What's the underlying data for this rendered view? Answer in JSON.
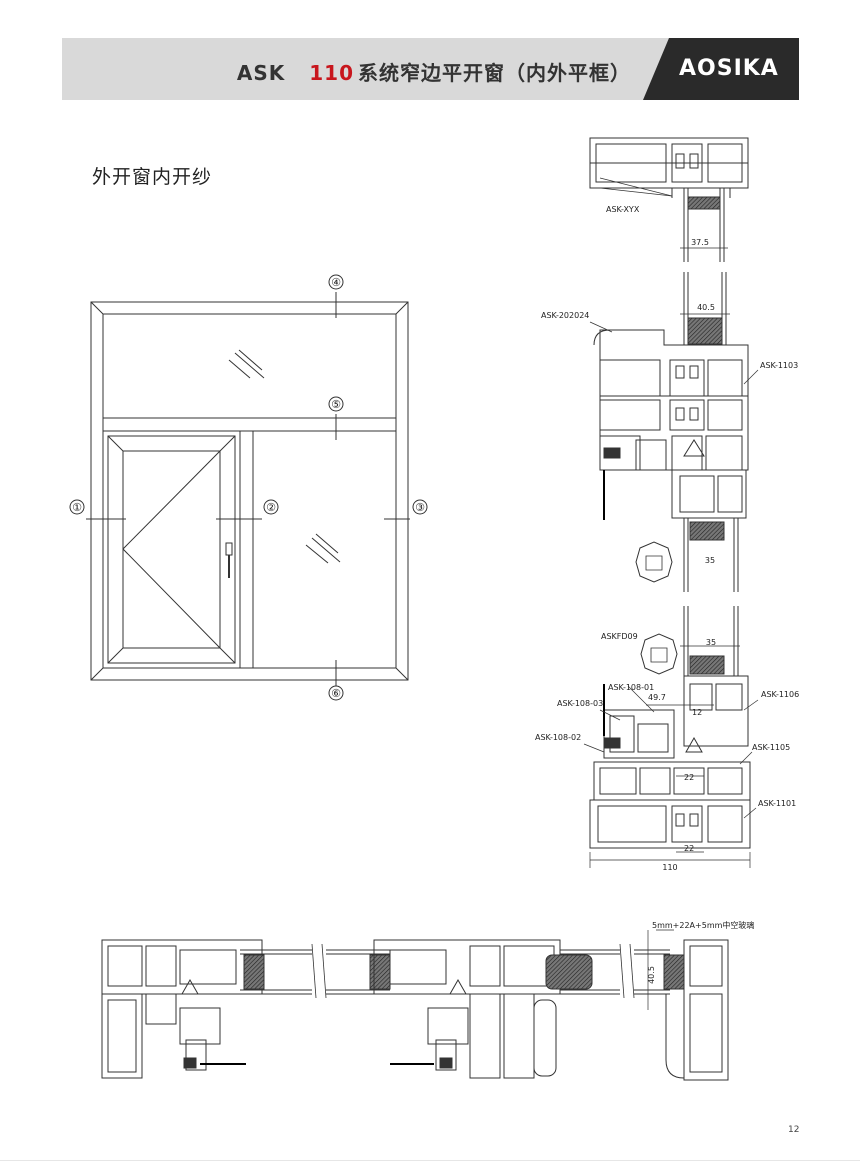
{
  "header": {
    "model": "ASK",
    "series_number": "110",
    "series_title": "系统窄边平开窗（内外平框）",
    "brand": "AOSIKA"
  },
  "section_title": "外开窗内开纱",
  "section_markers": [
    "①",
    "②",
    "③",
    "④",
    "⑤",
    "⑥"
  ],
  "profile_labels": {
    "top": [
      "ASK-XYX"
    ],
    "middle": [
      "ASK-202024",
      "ASK-1103"
    ],
    "bottom": [
      "ASKFD09",
      "ASK-108-01",
      "ASK-108-03",
      "ASK-108-02",
      "ASK-1106",
      "ASK-1105",
      "ASK-1101"
    ]
  },
  "dimensions": {
    "top_glass": "37.5",
    "middle_glass_top": "40.5",
    "middle_glass_bottom": "35",
    "bottom_glass": "35",
    "d49_7": "49.7",
    "d12": "12",
    "d22a": "22",
    "d22b": "22",
    "total_width": "110",
    "horizontal_glass": "40.5"
  },
  "glass_note": "5mm+22A+5mm中空玻璃",
  "page_number": "12",
  "colors": {
    "accent": "#c8161d",
    "header_bg": "#d9d9d9",
    "logo_bg": "#2a2a2a"
  }
}
